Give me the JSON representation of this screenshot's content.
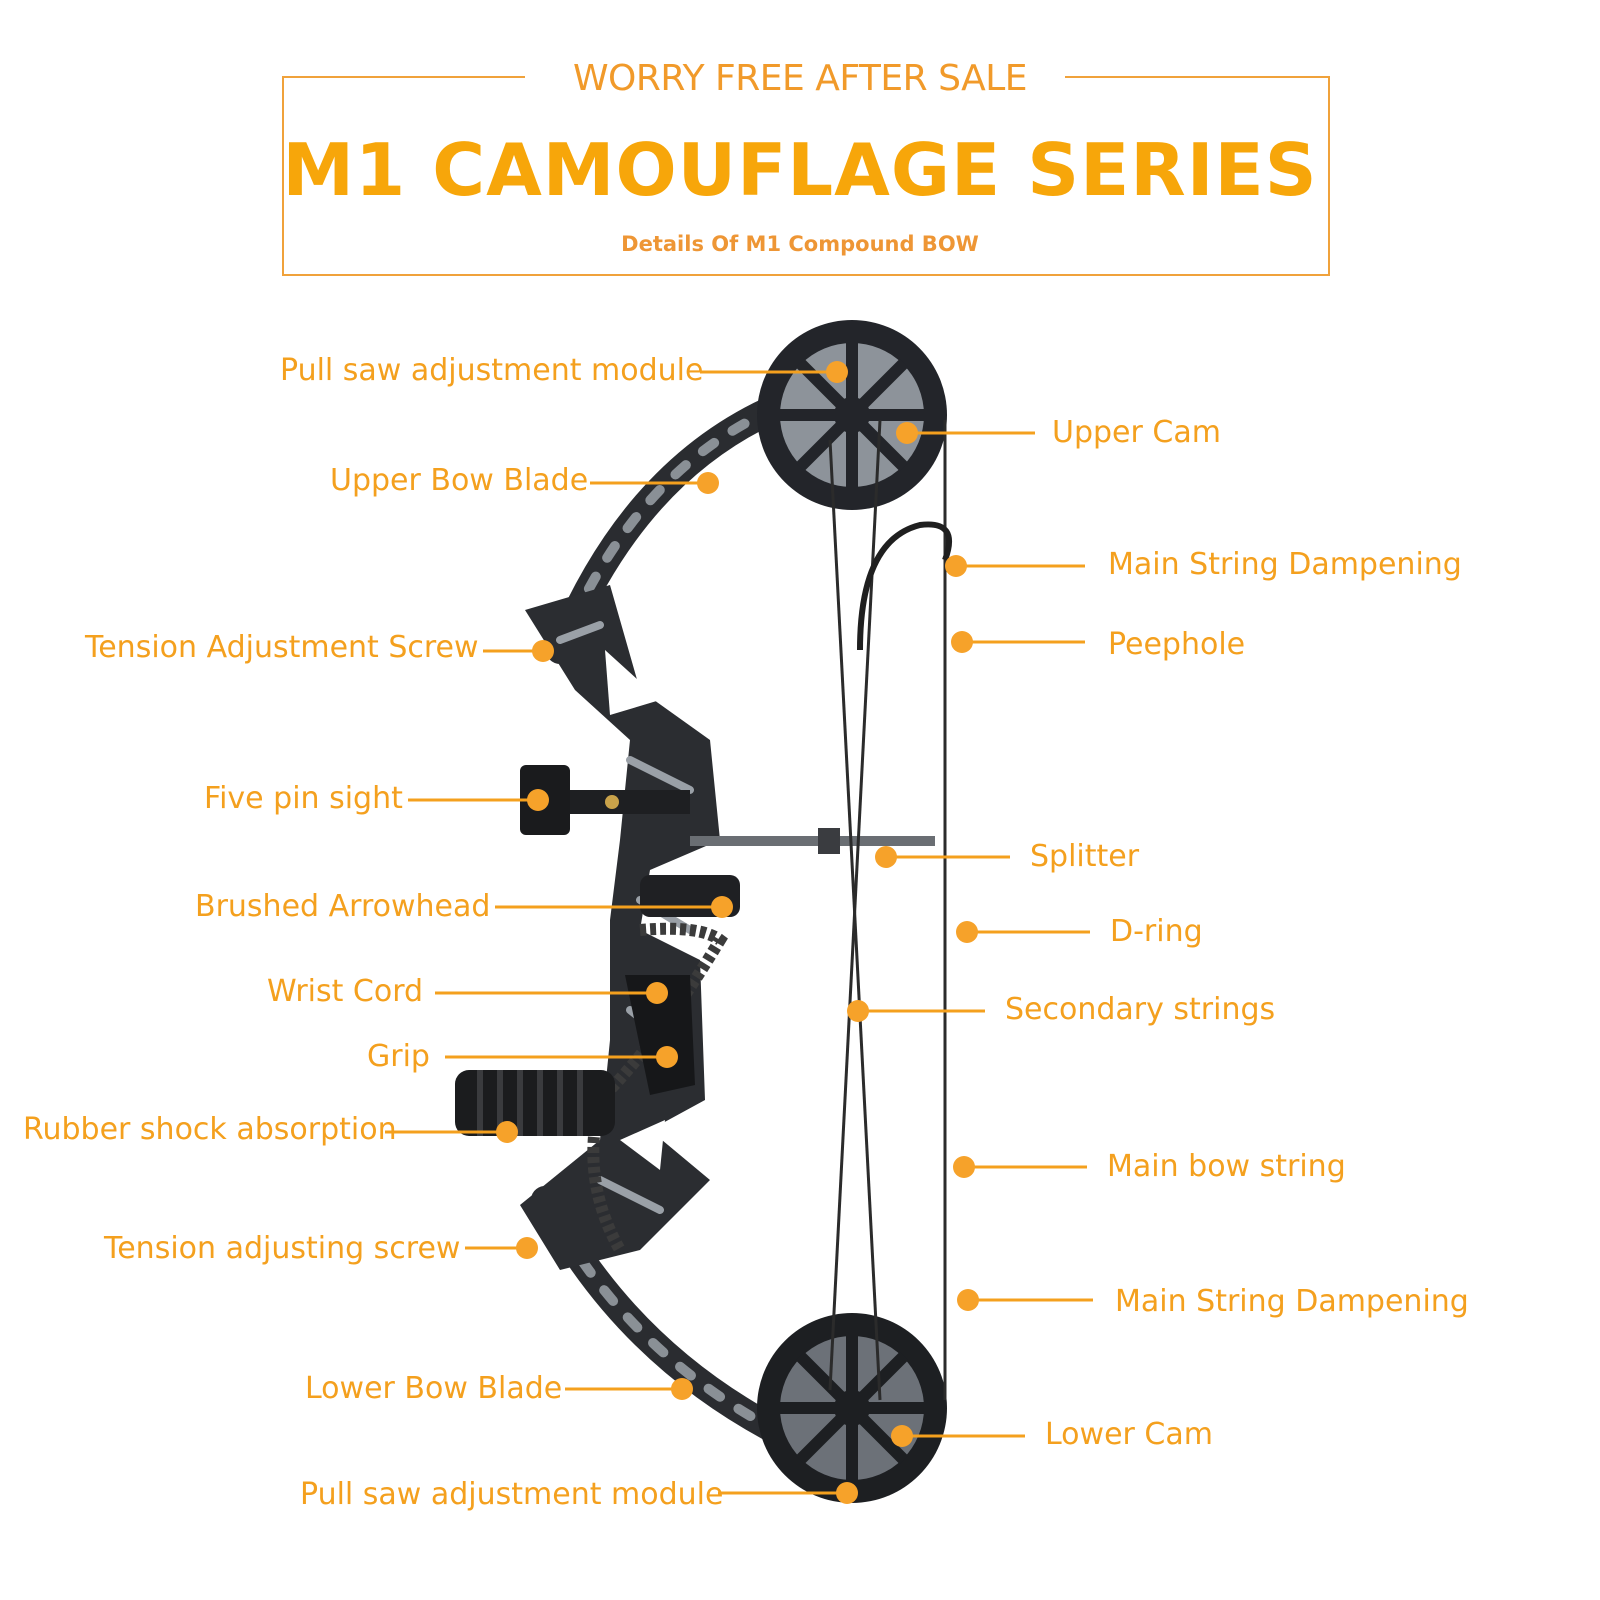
{
  "header": {
    "kicker": "WORRY FREE AFTER SALE",
    "title": "M1 CAMOUFLAGE SERIES",
    "subtitle": "Details Of M1 Compound BOW"
  },
  "colors": {
    "accent": "#f4a01e",
    "frame": "#f0a23b",
    "bow_dark": "#1f2124",
    "bow_camo": "#8a9096"
  },
  "labels": {
    "pull_saw_top": "Pull saw adjustment module",
    "upper_bow_blade": "Upper Bow Blade",
    "tension_adjustment_screw": "Tension Adjustment Screw",
    "five_pin_sight": "Five pin sight",
    "brushed_arrowhead": "Brushed Arrowhead",
    "wrist_cord": "Wrist Cord",
    "grip": "Grip",
    "rubber_shock": "Rubber shock absorption",
    "tension_adjusting_screw": "Tension adjusting screw",
    "lower_bow_blade": "Lower Bow Blade",
    "pull_saw_bottom": "Pull saw adjustment module",
    "upper_cam": "Upper Cam",
    "main_string_dampening_top": "Main String Dampening",
    "peephole": "Peephole",
    "splitter": "Splitter",
    "d_ring": "D-ring",
    "secondary_strings": "Secondary strings",
    "main_bow_string": "Main bow string",
    "main_string_dampening_bottom": "Main String Dampening",
    "lower_cam": "Lower Cam"
  }
}
